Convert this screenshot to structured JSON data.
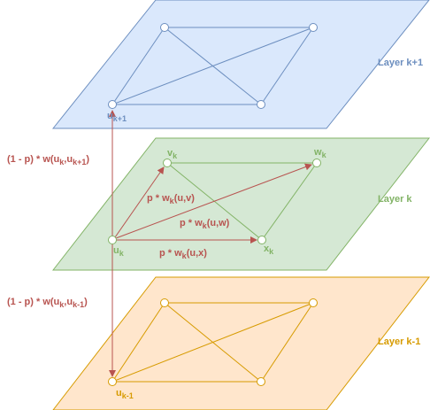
{
  "colors": {
    "top_fill": "#dae8fc",
    "top_stroke": "#6c8ebf",
    "mid_fill": "#d5e8d4",
    "mid_stroke": "#82b366",
    "bot_fill": "#ffe6cc",
    "bot_stroke": "#d79b00",
    "edge_red": "#b85450"
  },
  "layers": {
    "top": "Layer k+1",
    "mid": "Layer k",
    "bot": "Layer k-1"
  },
  "nodes": {
    "u_top": {
      "base": "u",
      "sub": "k+1"
    },
    "v": {
      "base": "v",
      "sub": "k"
    },
    "w": {
      "base": "w",
      "sub": "k"
    },
    "u_mid": {
      "base": "u",
      "sub": "k"
    },
    "x": {
      "base": "x",
      "sub": "k"
    },
    "u_bot": {
      "base": "u",
      "sub": "k-1"
    }
  },
  "edges": {
    "up": {
      "pre": "(1 - p) * w(u",
      "s1": "k",
      "mid": ",u",
      "s2": "k+1",
      "post": ")"
    },
    "down": {
      "pre": "(1 - p) * w(u",
      "s1": "k",
      "mid": ",u",
      "s2": "k-1",
      "post": ")"
    },
    "uv": {
      "pre": "p * w",
      "s1": "k",
      "post": "(u,v)"
    },
    "uw": {
      "pre": "p * w",
      "s1": "k",
      "post": "(u,w)"
    },
    "ux": {
      "pre": "p * w",
      "s1": "k",
      "post": "(u,x)"
    }
  }
}
